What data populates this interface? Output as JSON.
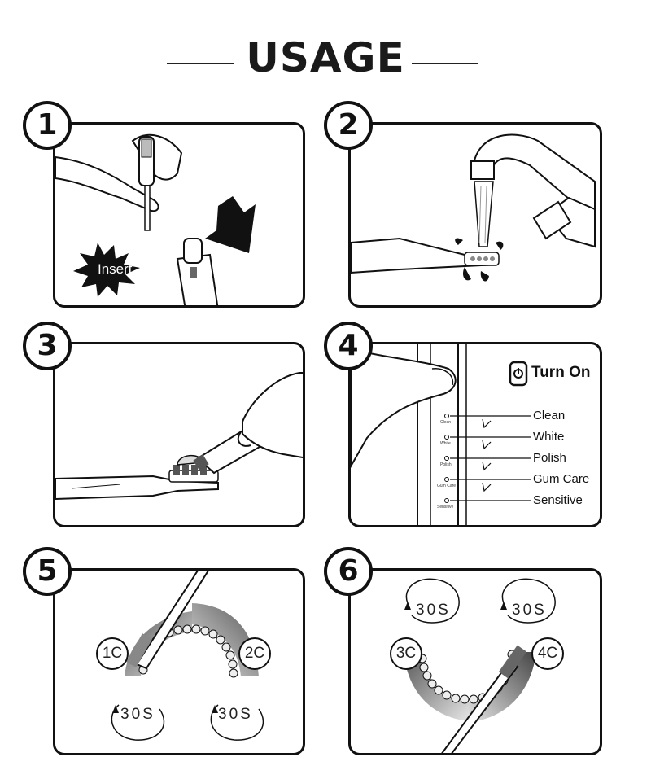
{
  "title": "USAGE",
  "steps": [
    {
      "number": "1",
      "label": "Insert"
    },
    {
      "number": "2"
    },
    {
      "number": "3"
    },
    {
      "number": "4",
      "turn_on": "Turn On",
      "modes": [
        "Clean",
        "White",
        "Polish",
        "Gum Care",
        "Sensitive"
      ],
      "mode_small": [
        "Clean",
        "White",
        "Polish",
        "Gum Care",
        "Sensitive"
      ]
    },
    {
      "number": "5",
      "zones": [
        "1C",
        "2C"
      ],
      "timers": [
        "30S",
        "30S"
      ]
    },
    {
      "number": "6",
      "zones": [
        "3C",
        "4C"
      ],
      "timers": [
        "30S",
        "30S"
      ]
    }
  ],
  "icons": [
    "arrow-down-icon",
    "power-button-icon",
    "water-faucet-icon"
  ]
}
